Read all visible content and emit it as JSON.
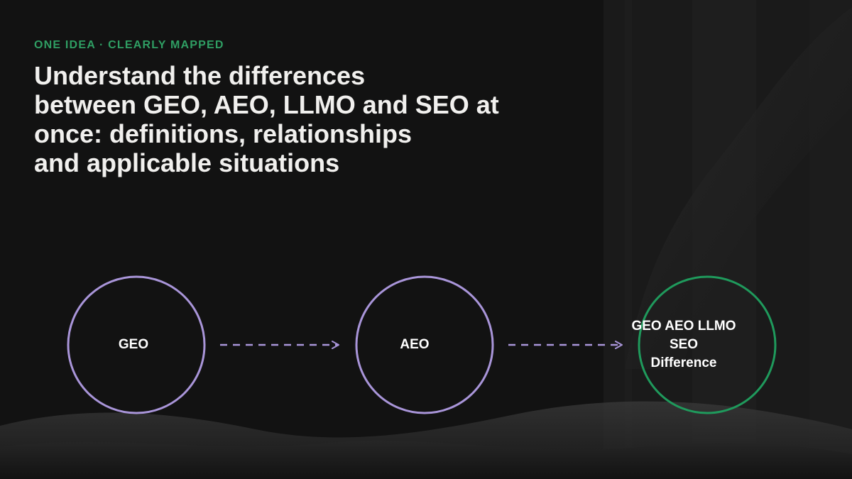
{
  "eyebrow": "ONE IDEA · CLEARLY MAPPED",
  "headline": {
    "lines": [
      "Understand the differences",
      "between GEO, AEO, LLMO and SEO at",
      "once: definitions, relationships",
      "and applicable situations"
    ]
  },
  "diagram": {
    "nodes": [
      {
        "label_lines": [
          "GEO"
        ]
      },
      {
        "label_lines": [
          "AEO"
        ]
      },
      {
        "label_lines": [
          "GEO AEO LLMO",
          "SEO",
          "Difference"
        ]
      }
    ]
  },
  "colors": {
    "background": "#121212",
    "eyebrow": "#2f9e63",
    "headline": "#f1f0ee",
    "node_outline": "#a995d9",
    "final_node_outline": "#1f9a5c",
    "connector": "#a995d9"
  }
}
